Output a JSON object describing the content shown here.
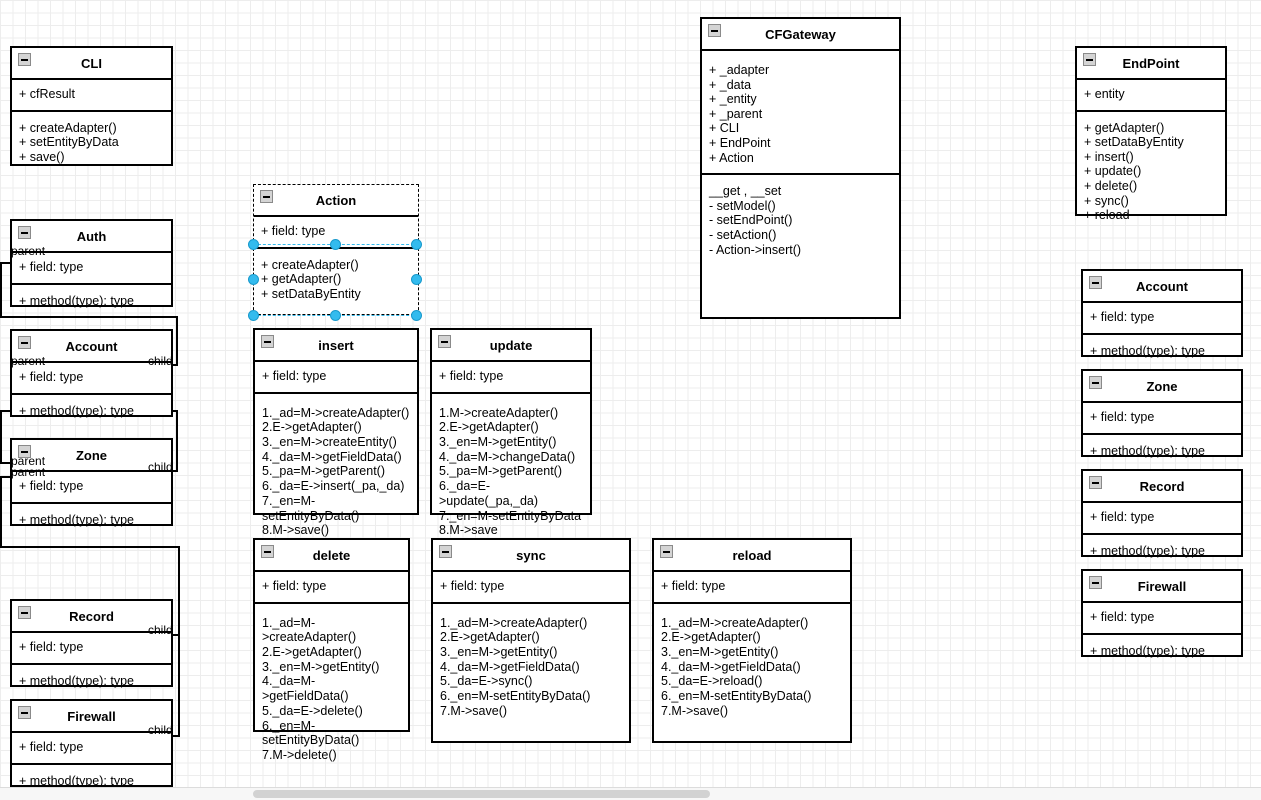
{
  "canvas": {
    "grid": "on",
    "background_color": "#ffffff",
    "grid_minor_color": "#ededed",
    "grid_major_color": "#d7d7d7",
    "selection_color": "#33bbee"
  },
  "icons": {
    "collapse": "collapse-minus-icon"
  },
  "classes": {
    "cli": {
      "title": "CLI",
      "attributes": "+ cfResult",
      "operations": "+ createAdapter()\n+ setEntityByData\n+ save()"
    },
    "cfgateway": {
      "title": "CFGateway",
      "attributes": "+ _adapter\n+ _data\n+ _entity\n+ _parent\n+ CLI\n+ EndPoint\n+ Action",
      "operations": "__get , __set\n- setModel()\n- setEndPoint()\n- setAction()\n- Action->insert()"
    },
    "endpoint": {
      "title": "EndPoint",
      "attributes": "+  entity",
      "operations": "+ getAdapter()\n+ setDataByEntity\n+ insert()\n+ update()\n+ delete()\n+ sync()\n+ reload"
    },
    "action": {
      "title": "Action",
      "attributes": "+ field: type",
      "operations": "+ createAdapter()\n+ getAdapter()\n+ setDataByEntity",
      "selected": true
    },
    "auth": {
      "title": "Auth",
      "attributes": "+ field: type",
      "operations": "+ method(type): type",
      "labels": {
        "parent": "parent"
      }
    },
    "account_left": {
      "title": "Account",
      "attributes": "+ field: type",
      "operations": "+ method(type): type",
      "labels": {
        "parent": "parent",
        "child": "child"
      }
    },
    "zone_left": {
      "title": "Zone",
      "attributes": "+ field: type",
      "operations": "+ method(type): type",
      "labels": {
        "parent": "parent",
        "parent2": "parent",
        "child": "child"
      }
    },
    "record_left": {
      "title": "Record",
      "attributes": "+ field: type",
      "operations": "+ method(type): type",
      "labels": {
        "child": "child"
      }
    },
    "firewall_left": {
      "title": "Firewall",
      "attributes": "+ field: type",
      "operations": "+ method(type): type",
      "labels": {
        "child": "child"
      }
    },
    "insert": {
      "title": "insert",
      "attributes": "+ field: type",
      "operations": "1._ad=M->createAdapter()\n2.E->getAdapter()\n3._en=M->createEntity()\n4._da=M->getFieldData()\n5._pa=M->getParent()\n6._da=E->insert(_pa,_da)\n7._en=M-setEntityByData()\n8.M->save()"
    },
    "update": {
      "title": "update",
      "attributes": "+ field: type",
      "operations": "1.M->createAdapter()\n2.E->getAdapter()\n3._en=M->getEntity()\n4._da=M->changeData()\n5._pa=M->getParent()\n6._da=E->update(_pa,_da)\n7._en=M-setEntityByData\n8.M->save"
    },
    "delete": {
      "title": "delete",
      "attributes": "+ field: type",
      "operations": "1._ad=M->createAdapter()\n2.E->getAdapter()\n3._en=M->getEntity()\n4._da=M->getFieldData()\n5._da=E->delete()\n6._en=M-setEntityByData()\n7.M->delete()"
    },
    "sync": {
      "title": "sync",
      "attributes": "+ field: type",
      "operations": "1._ad=M->createAdapter()\n2.E->getAdapter()\n3._en=M->getEntity()\n4._da=M->getFieldData()\n5._da=E->sync()\n6._en=M-setEntityByData()\n7.M->save()"
    },
    "reload": {
      "title": "reload",
      "attributes": "+ field: type",
      "operations": "1._ad=M->createAdapter()\n2.E->getAdapter()\n3._en=M->getEntity()\n4._da=M->getFieldData()\n5._da=E->reload()\n6._en=M-setEntityByData()\n7.M->save()"
    },
    "account_right": {
      "title": "Account",
      "attributes": "+ field: type",
      "operations": "+ method(type): type"
    },
    "zone_right": {
      "title": "Zone",
      "attributes": "+ field: type",
      "operations": "+ method(type): type"
    },
    "record_right": {
      "title": "Record",
      "attributes": "+ field: type",
      "operations": "+ method(type): type"
    },
    "firewall_right": {
      "title": "Firewall",
      "attributes": "+ field: type",
      "operations": "+ method(type): type"
    }
  }
}
